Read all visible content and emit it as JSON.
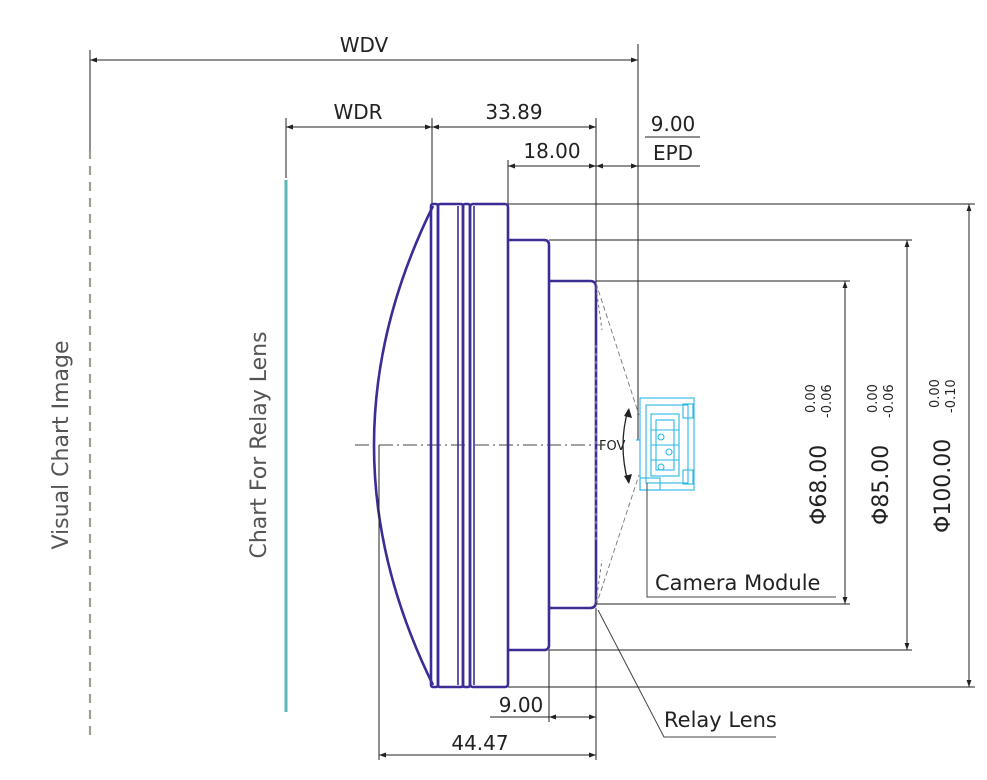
{
  "dimensions": {
    "wdv": "WDV",
    "wdr": "WDR",
    "d3389": "33.89",
    "d1800": "18.00",
    "epd_value": "9.00",
    "epd_label": "EPD",
    "bottom_900": "9.00",
    "bottom_4447": "44.47",
    "dia68": {
      "main": "Φ68.00",
      "upper": "0.00",
      "lower": "-0.06"
    },
    "dia85": {
      "main": "Φ85.00",
      "upper": "0.00",
      "lower": "-0.06"
    },
    "dia100": {
      "main": "Φ100.00",
      "upper": "0.00",
      "lower": "-0.10"
    }
  },
  "labels": {
    "visual_chart": "Visual Chart Image",
    "chart_relay": "Chart For Relay Lens",
    "fov": "FOV",
    "camera_module": "Camera Module",
    "relay_lens": "Relay Lens"
  },
  "colors": {
    "lens": "#3a2d96",
    "camera": "#29b6e6",
    "chart_line": "#5ab9b7",
    "visual_dash": "#a39d8f"
  }
}
